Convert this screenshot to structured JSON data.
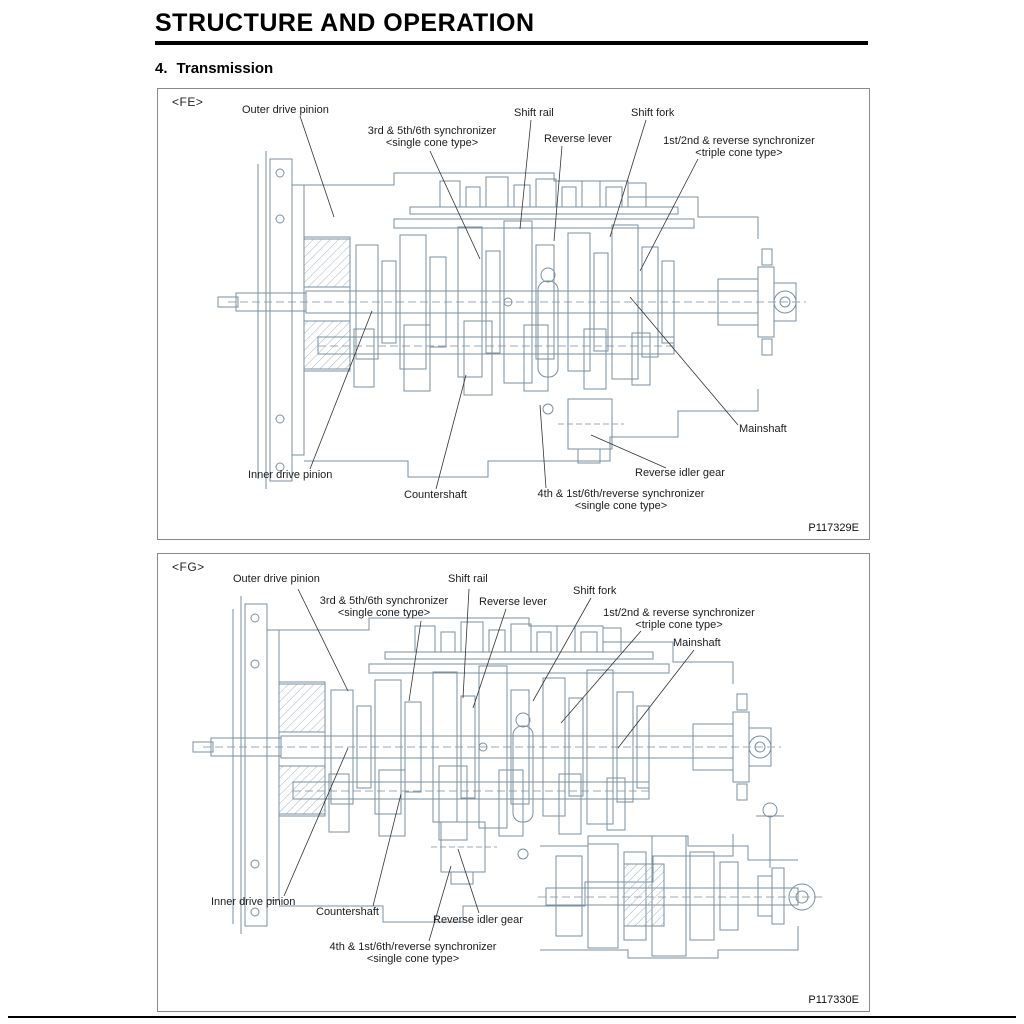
{
  "page": {
    "title": "STRUCTURE AND OPERATION",
    "section": {
      "number": "4.",
      "title": "Transmission"
    }
  },
  "colors": {
    "diagram_line": "#7b8fa1",
    "leader_line": "#333333",
    "heading": "#000000"
  },
  "figures": [
    {
      "variant": "<FE>",
      "code": "P117329E",
      "labels": {
        "outer_drive_pinion": "Outer drive pinion",
        "sync35_1": "3rd & 5th/6th synchronizer",
        "sync35_2": "<single cone type>",
        "shift_rail": "Shift rail",
        "reverse_lever": "Reverse lever",
        "shift_fork": "Shift fork",
        "sync12_1": "1st/2nd & reverse synchronizer",
        "sync12_2": "<triple cone type>",
        "mainshaft": "Mainshaft",
        "reverse_idler_gear": "Reverse idler gear",
        "inner_drive_pinion": "Inner drive pinion",
        "countershaft": "Countershaft",
        "sync4_1": "4th & 1st/6th/reverse synchronizer",
        "sync4_2": "<single cone type>"
      }
    },
    {
      "variant": "<FG>",
      "code": "P117330E",
      "labels": {
        "outer_drive_pinion": "Outer drive pinion",
        "sync35_1": "3rd & 5th/6th synchronizer",
        "sync35_2": "<single cone type>",
        "shift_rail": "Shift rail",
        "reverse_lever": "Reverse lever",
        "shift_fork": "Shift fork",
        "sync12_1": "1st/2nd & reverse synchronizer",
        "sync12_2": "<triple cone type>",
        "mainshaft": "Mainshaft",
        "reverse_idler_gear": "Reverse idler gear",
        "inner_drive_pinion": "Inner drive pinion",
        "countershaft": "Countershaft",
        "sync4_1": "4th & 1st/6th/reverse synchronizer",
        "sync4_2": "<single cone type>"
      }
    }
  ]
}
